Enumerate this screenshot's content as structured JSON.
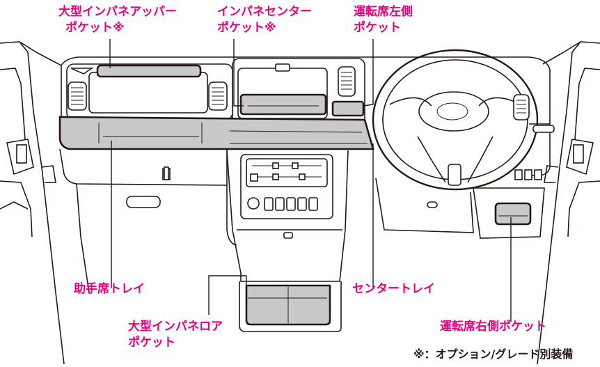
{
  "labels": {
    "upper_pocket_line1": "大型インパネアッパー",
    "upper_pocket_line2": "ポケット※",
    "center_pocket_line1": "インパネセンター",
    "center_pocket_line2": "ポケット※",
    "driver_left_line1": "運転席左側",
    "driver_left_line2": "ポケット",
    "passenger_tray": "助手席トレイ",
    "center_tray": "センタートレイ",
    "lower_pocket_line1": "大型インパネロア",
    "lower_pocket_line2": "ポケット",
    "driver_right_pocket": "運転席右側ポケット"
  },
  "footnote": "※：オプション/グレード別装備",
  "colors": {
    "label": "#e6007e",
    "line": "#231815",
    "highlight": "#c9c9c9"
  }
}
